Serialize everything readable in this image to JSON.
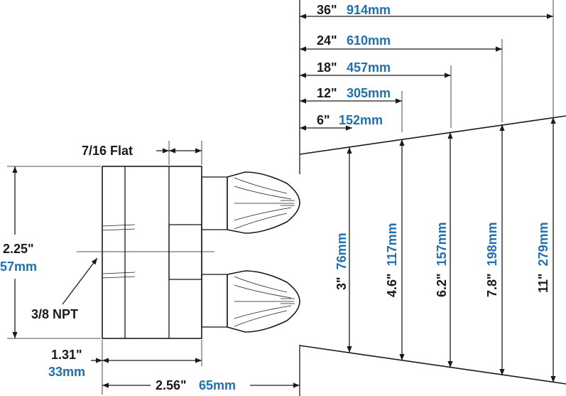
{
  "colors": {
    "ink": "#1a1a1a",
    "metric": "#1f6fb5"
  },
  "distances": [
    {
      "inch": "36\"",
      "mm": "914mm"
    },
    {
      "inch": "24\"",
      "mm": "610mm"
    },
    {
      "inch": "18\"",
      "mm": "457mm"
    },
    {
      "inch": "12\"",
      "mm": "305mm"
    },
    {
      "inch": "6\"",
      "mm": "152mm"
    }
  ],
  "widths": [
    {
      "inch": "3\"",
      "mm": "76mm"
    },
    {
      "inch": "4.6\"",
      "mm": "117mm"
    },
    {
      "inch": "6.2\"",
      "mm": "157mm"
    },
    {
      "inch": "7.8\"",
      "mm": "198mm"
    },
    {
      "inch": "11\"",
      "mm": "279mm"
    }
  ],
  "nozzle": {
    "flat_label": "7/16 Flat",
    "npt_label": "3/8 NPT",
    "height_inch": "2.25\"",
    "height_mm": "57mm",
    "depth_inch": "1.31\"",
    "depth_mm": "33mm",
    "length_inch": "2.56\"",
    "length_mm": "65mm"
  }
}
